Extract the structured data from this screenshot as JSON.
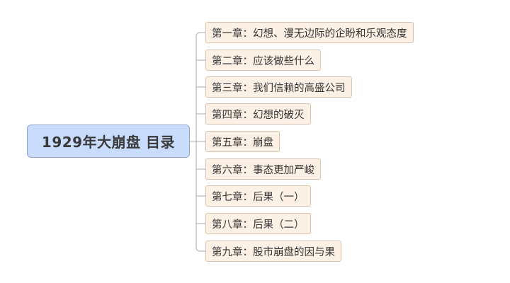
{
  "mindmap": {
    "root": {
      "label": "1929年大崩盘 目录",
      "color": "#c9dcfb",
      "border": "#8ea6cf"
    },
    "children_style": {
      "fill": "#fdf1e6",
      "border": "#d9c2ad",
      "connector": "#a8a8a8"
    },
    "children": [
      {
        "label": "第一章：幻想、漫无边际的企盼和乐观态度"
      },
      {
        "label": "第二章：应该做些什么"
      },
      {
        "label": "第三章：我们信赖的高盛公司"
      },
      {
        "label": "第四章：幻想的破灭"
      },
      {
        "label": "第五章：崩盘"
      },
      {
        "label": "第六章：事态更加严峻"
      },
      {
        "label": "第七章：后果（一）"
      },
      {
        "label": "第八章：后果（二）"
      },
      {
        "label": "第九章：股市崩盘的因与果"
      }
    ]
  }
}
